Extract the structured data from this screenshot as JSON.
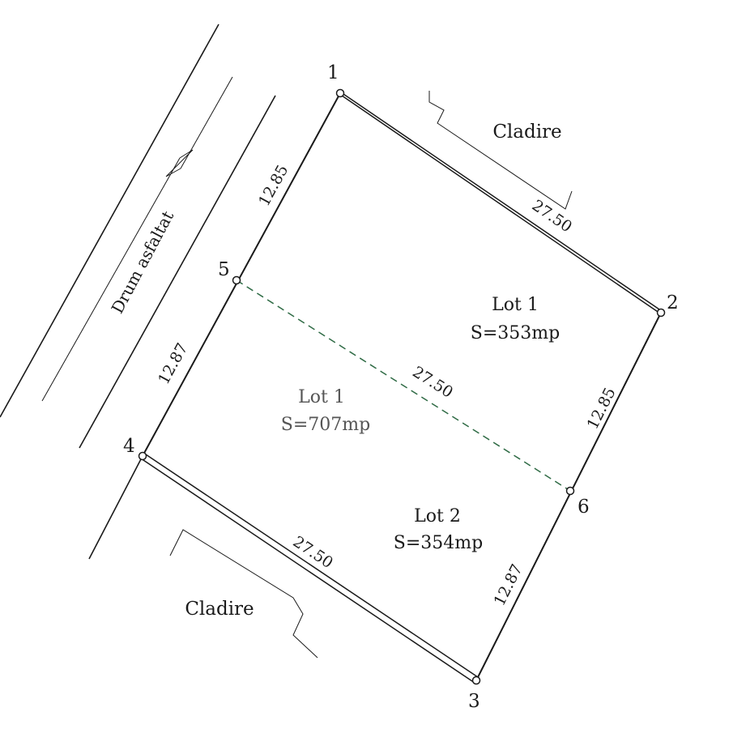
{
  "road": {
    "label": "Drum asfaltat"
  },
  "buildings": [
    {
      "label": "Cladire"
    },
    {
      "label": "Cladire"
    }
  ],
  "vertices": [
    {
      "id": "1"
    },
    {
      "id": "2"
    },
    {
      "id": "3"
    },
    {
      "id": "4"
    },
    {
      "id": "5"
    },
    {
      "id": "6"
    }
  ],
  "dimensions": {
    "side_1_2": "27.50",
    "side_1_5": "12.85",
    "side_5_4": "12.87",
    "side_2_6": "12.85",
    "side_6_3": "12.87",
    "side_4_3": "27.50",
    "division_5_6": "27.50"
  },
  "lots": {
    "total": {
      "name": "Lot 1",
      "area": "S=707mp"
    },
    "lot1": {
      "name": "Lot 1",
      "area": "S=353mp"
    },
    "lot2": {
      "name": "Lot 2",
      "area": "S=354mp"
    }
  },
  "colors": {
    "line": "#1a1a1a",
    "division_line": "#2f6b45"
  }
}
